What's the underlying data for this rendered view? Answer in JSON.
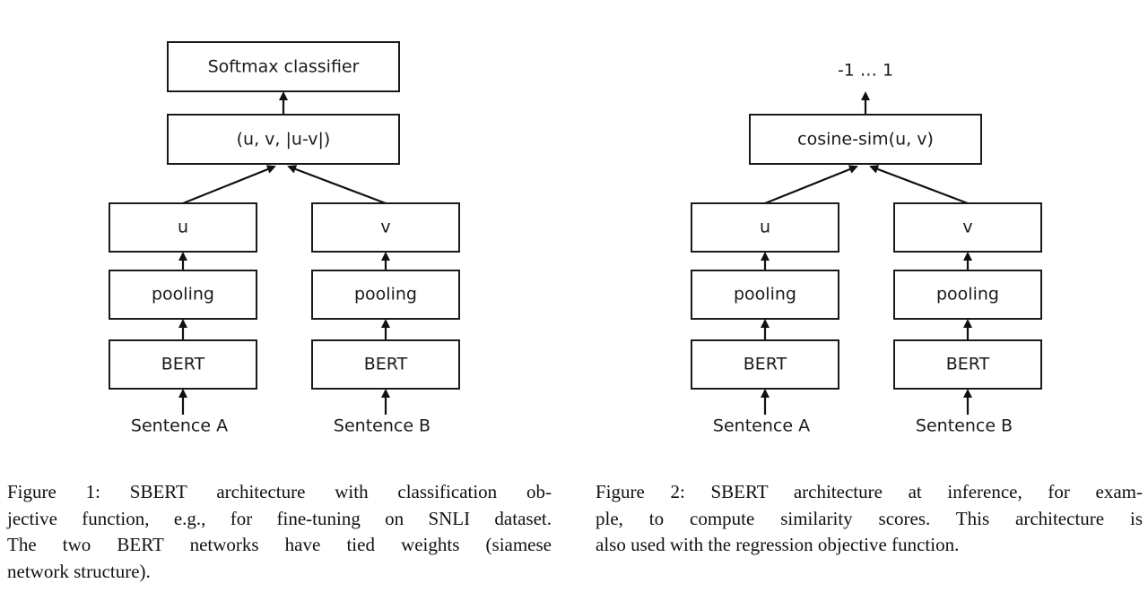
{
  "figure1": {
    "top_box": "Softmax classifier",
    "concat_box": "(u, v, |u-v|)",
    "left_embedding": "u",
    "right_embedding": "v",
    "pooling": "pooling",
    "encoder": "BERT",
    "left_input": "Sentence A",
    "right_input": "Sentence B",
    "caption_lines": [
      "Figure 1:  SBERT architecture with classification ob-",
      "jective function, e.g., for fine-tuning on SNLI dataset.",
      "The two BERT networks have tied weights (siamese",
      "network structure)."
    ]
  },
  "figure2": {
    "output": "-1 … 1",
    "similarity_box": "cosine-sim(u, v)",
    "left_embedding": "u",
    "right_embedding": "v",
    "pooling": "pooling",
    "encoder": "BERT",
    "left_input": "Sentence A",
    "right_input": "Sentence B",
    "caption_lines": [
      "Figure 2:  SBERT architecture at inference, for exam-",
      "ple, to compute similarity scores.  This architecture is",
      "also used with the regression objective function."
    ]
  }
}
